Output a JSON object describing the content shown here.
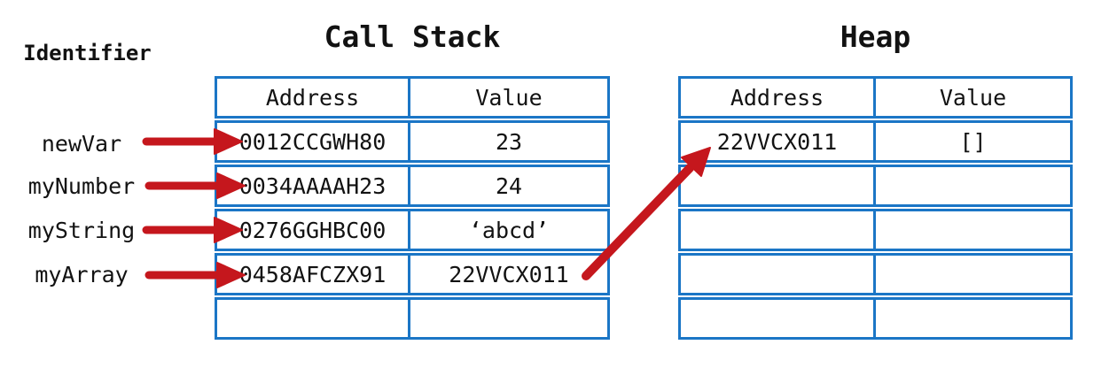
{
  "colors": {
    "border": "#1b76c6",
    "arrow": "#c5171d",
    "text": "#121212",
    "background": "#ffffff"
  },
  "identifier_panel": {
    "heading": "Identifier",
    "items": [
      {
        "label": "newVar"
      },
      {
        "label": "myNumber"
      },
      {
        "label": "myString"
      },
      {
        "label": "myArray"
      }
    ]
  },
  "call_stack": {
    "title": "Call Stack",
    "headers": {
      "address": "Address",
      "value": "Value"
    },
    "rows": [
      {
        "address": "0012CCGWH80",
        "value": "23"
      },
      {
        "address": "0034AAAAH23",
        "value": "24"
      },
      {
        "address": "0276GGHBC00",
        "value": "‘abcd’"
      },
      {
        "address": "0458AFCZX91",
        "value": "22VVCX011"
      },
      {
        "address": "",
        "value": ""
      }
    ]
  },
  "heap": {
    "title": "Heap",
    "headers": {
      "address": "Address",
      "value": "Value"
    },
    "rows": [
      {
        "address": "22VVCX011",
        "value": "[]"
      },
      {
        "address": "",
        "value": ""
      },
      {
        "address": "",
        "value": ""
      },
      {
        "address": "",
        "value": ""
      },
      {
        "address": "",
        "value": ""
      }
    ]
  },
  "arrows": [
    {
      "name": "arrow-newvar",
      "from": "newVar",
      "to": "call-stack address 0012CCGWH80"
    },
    {
      "name": "arrow-mynumber",
      "from": "myNumber",
      "to": "call-stack address 0034AAAAH23"
    },
    {
      "name": "arrow-mystring",
      "from": "myString",
      "to": "call-stack address 0276GGHBC00"
    },
    {
      "name": "arrow-myarray",
      "from": "myArray",
      "to": "call-stack address 0458AFCZX91"
    },
    {
      "name": "arrow-heap-reference",
      "from": "call-stack value 22VVCX011",
      "to": "heap address 22VVCX011"
    }
  ]
}
